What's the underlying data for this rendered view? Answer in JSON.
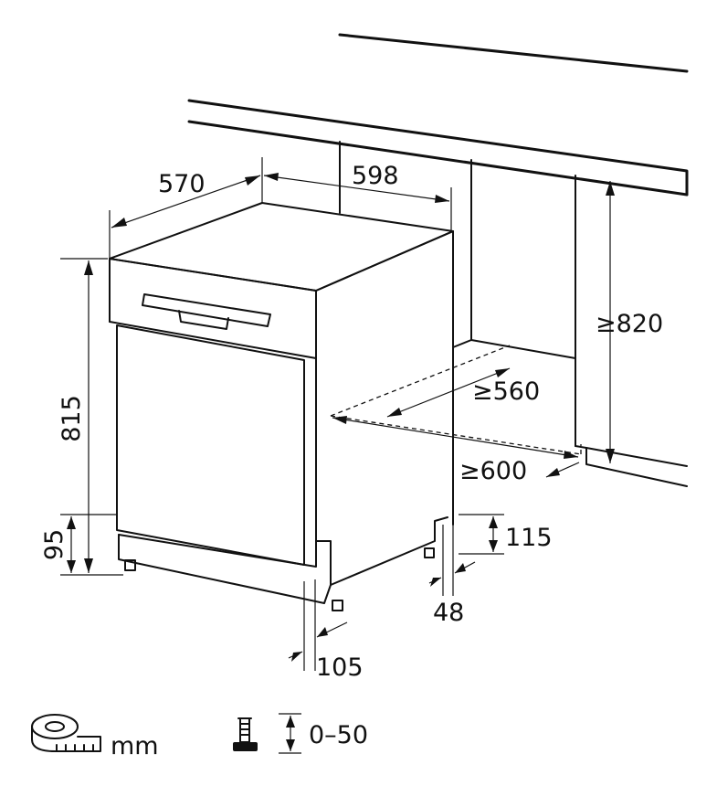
{
  "dimensions": {
    "depth": "570",
    "width": "598",
    "niche_height": "≥820",
    "niche_depth": "≥560",
    "niche_width": "≥600",
    "height": "815",
    "plinth_height": "95",
    "plinth_top": "115",
    "plinth_offset": "48",
    "plinth_depth": "105"
  },
  "legend": {
    "unit_label": "mm",
    "unit_icon": "tape-measure-icon",
    "foot_icon": "adjustable-foot-icon",
    "foot_range": "0–50"
  }
}
